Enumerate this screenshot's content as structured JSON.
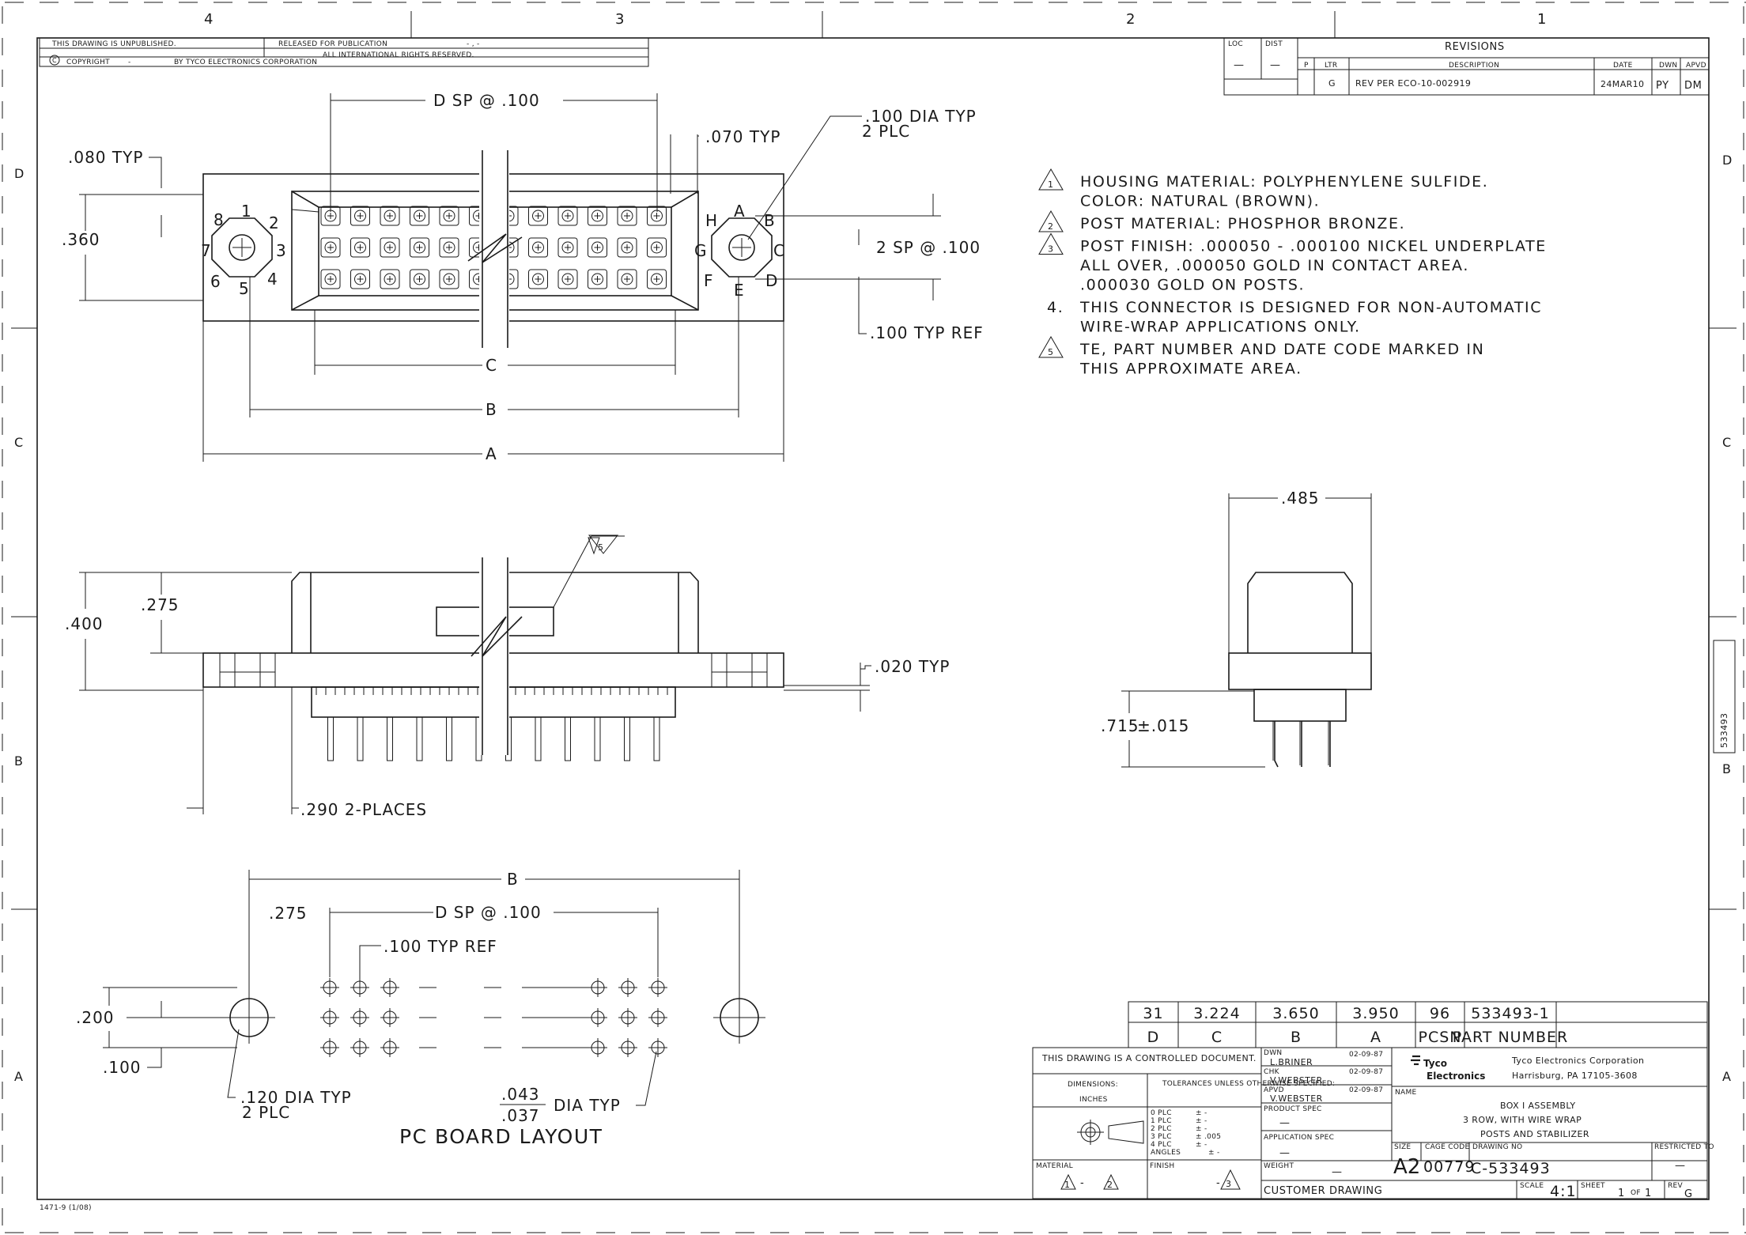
{
  "zones": {
    "cols": [
      "4",
      "3",
      "2",
      "1"
    ],
    "rows": [
      "D",
      "C",
      "B",
      "A"
    ]
  },
  "header": {
    "unpublished": "THIS DRAWING IS UNPUBLISHED.",
    "released": "RELEASED FOR PUBLICATION",
    "released_value": "- , -",
    "copyright": "COPYRIGHT",
    "copyright_dash": "-",
    "by": "BY TYCO ELECTRONICS CORPORATION",
    "rights": "ALL INTERNATIONAL RIGHTS RESERVED."
  },
  "revisions": {
    "title": "REVISIONS",
    "loc_label": "LOC",
    "dist_label": "DIST",
    "loc": "—",
    "dist": "—",
    "headers": [
      "P",
      "LTR",
      "DESCRIPTION",
      "DATE",
      "DWN",
      "APVD"
    ],
    "row": {
      "p": "",
      "ltr": "G",
      "desc": "REV PER ECO-10-002919",
      "date": "24MAR10",
      "dwn": "PY",
      "apvd": "DM"
    }
  },
  "notes": [
    {
      "num": "1",
      "lines": [
        "HOUSING MATERIAL: POLYPHENYLENE SULFIDE.",
        "COLOR: NATURAL (BROWN)."
      ]
    },
    {
      "num": "2",
      "lines": [
        "POST MATERIAL: PHOSPHOR BRONZE."
      ]
    },
    {
      "num": "3",
      "lines": [
        "POST FINISH: .000050 - .000100 NICKEL UNDERPLATE",
        "ALL OVER, .000050 GOLD IN CONTACT AREA.",
        ".000030 GOLD ON POSTS."
      ]
    },
    {
      "num": "4.",
      "lines": [
        "THIS CONNECTOR IS DESIGNED FOR NON-AUTOMATIC",
        "WIRE-WRAP APPLICATIONS ONLY."
      ]
    },
    {
      "num": "5",
      "lines": [
        "TE, PART NUMBER AND DATE CODE MARKED IN",
        "THIS APPROXIMATE AREA."
      ]
    }
  ],
  "dims": {
    "d_sp": "D  SP @ .100",
    "typ070": ".070  TYP",
    "dia100": ".100  DIA  TYP",
    "plc2": "2  PLC",
    "typ080": ".080  TYP",
    "h360": ".360",
    "sp2": "2  SP @ .100",
    "ref100": ".100  TYP  REF",
    "c": "C",
    "b": "B",
    "a": "A",
    "w485": ".485",
    "h400": ".400",
    "h275": ".275",
    "typ020": ".020  TYP",
    "len715": ".715",
    "tol015": "±.015",
    "places290": ".290  2-PLACES",
    "pcb_b": "B",
    "pcb_275": ".275",
    "pcb_dsp": "D  SP @ .100",
    "pcb_ref": ".100  TYP  REF",
    "pcb_200": ".200",
    "pcb_100": ".100",
    "dia120": ".120  DIA  TYP",
    "plc2b": "2  PLC",
    "frac_top": ".043",
    "frac_bot": ".037",
    "dia_typ": "DIA  TYP",
    "pcb_title": "PC BOARD LAYOUT",
    "note5": "5"
  },
  "pins_left": [
    "8",
    "1",
    "2",
    "3",
    "4",
    "5",
    "6",
    "7"
  ],
  "pins_right": [
    "A",
    "B",
    "C",
    "D",
    "E",
    "F",
    "G",
    "H"
  ],
  "part_table": {
    "values": [
      "31",
      "3.224",
      "3.650",
      "3.950",
      "96",
      "533493-1"
    ],
    "labels": [
      "D",
      "C",
      "B",
      "A",
      "PCSN",
      "PART NUMBER"
    ]
  },
  "title_block": {
    "controlled": "THIS DRAWING IS A CONTROLLED DOCUMENT.",
    "dimensions": "DIMENSIONS:",
    "inches": "INCHES",
    "tolerances": "TOLERANCES UNLESS OTHERWISE SPECIFIED:",
    "plc": [
      "0 PLC",
      "1 PLC",
      "2 PLC",
      "3 PLC",
      "4 PLC",
      "ANGLES"
    ],
    "plc_tol": [
      "± -",
      "± -",
      "± -",
      "± .005",
      "± -",
      "± -"
    ],
    "material_label": "MATERIAL",
    "finish_label": "FINISH",
    "material_a": "1",
    "material_b": "2",
    "material_dash": "-",
    "finish_dash": "-",
    "finish_val": "3",
    "dwn_label": "DWN",
    "dwn_name": "L.BRINER",
    "dwn_date": "02-09-87",
    "chk_label": "CHK",
    "chk_name": "V.WEBSTER",
    "chk_date": "02-09-87",
    "apvd_label": "APVD",
    "apvd_name": "V.WEBSTER",
    "apvd_date": "02-09-87",
    "product_spec": "PRODUCT SPEC",
    "product_spec_val": "—",
    "app_spec": "APPLICATION SPEC",
    "app_spec_val": "—",
    "weight": "WEIGHT",
    "weight_val": "—",
    "customer": "CUSTOMER DRAWING",
    "logo_top": "Tyco",
    "logo_bot": "Electronics",
    "company": "Tyco Electronics Corporation",
    "address": "Harrisburg, PA 17105-3608",
    "name_label": "NAME",
    "name_lines": [
      "BOX I ASSEMBLY",
      "3 ROW, WITH WIRE WRAP",
      "POSTS AND STABILIZER"
    ],
    "size_label": "SIZE",
    "size": "A2",
    "cage_label": "CAGE CODE",
    "cage": "00779",
    "dwg_label": "DRAWING NO",
    "dwg": "C-533493",
    "restricted_label": "RESTRICTED TO",
    "restricted": "—",
    "scale_label": "SCALE",
    "scale": "4:1",
    "sheet_label": "SHEET",
    "sheet": "1",
    "sheet_of": "OF",
    "sheet_total": "1",
    "rev_label": "REV",
    "rev": "G"
  },
  "side_tab": "533493",
  "form_no": "1471-9 (1/08)"
}
